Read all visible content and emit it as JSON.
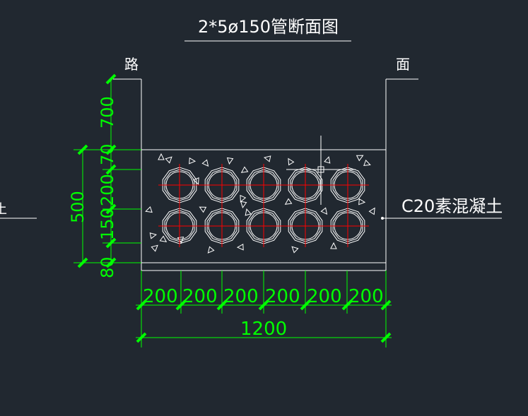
{
  "title": "2*5ø150管断面图",
  "road_left": "路",
  "road_right": "面",
  "left_edge_text": "土",
  "concrete_label": "C20素混凝土",
  "vertical_dims": [
    "700",
    "70",
    "200",
    "150",
    "80"
  ],
  "vertical_total": "500",
  "horizontal_dims": [
    "200",
    "200",
    "200",
    "200",
    "200",
    "200"
  ],
  "horizontal_total": "1200",
  "pipe_layout": {
    "rows": 2,
    "cols": 5
  },
  "colors": {
    "background": "#212830",
    "outline": "#ffffff",
    "dimension": "#00ff00",
    "centerline": "#ff0000"
  }
}
